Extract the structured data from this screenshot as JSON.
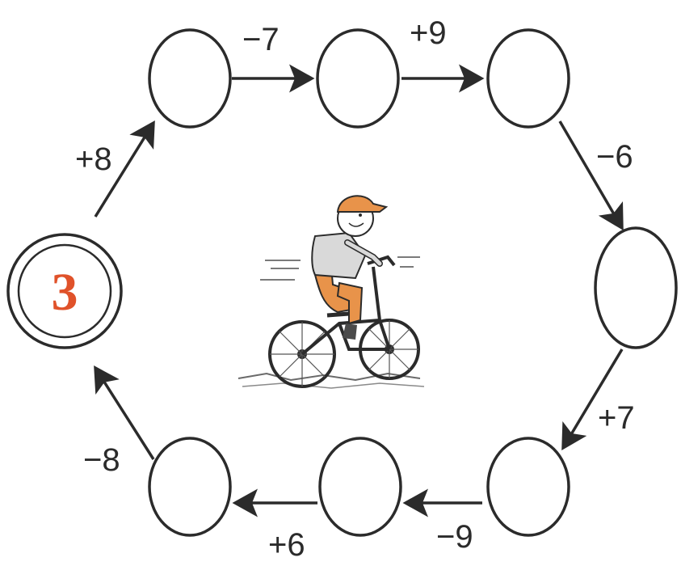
{
  "start": {
    "value": "3",
    "color": "#e0522a"
  },
  "nodes": [
    {
      "id": "start",
      "value": "3"
    },
    {
      "id": "top-1",
      "value": ""
    },
    {
      "id": "top-2",
      "value": ""
    },
    {
      "id": "top-3",
      "value": ""
    },
    {
      "id": "right",
      "value": ""
    },
    {
      "id": "bottom-3",
      "value": ""
    },
    {
      "id": "bottom-2",
      "value": ""
    },
    {
      "id": "bottom-1",
      "value": ""
    }
  ],
  "operations": {
    "start_to_top1": "+8",
    "top1_to_top2": "−7",
    "top2_to_top3": "+9",
    "top3_to_right": "−6",
    "right_to_bottom3": "+7",
    "bottom3_to_bottom2": "−9",
    "bottom2_to_bottom1": "+6",
    "bottom1_to_start": "−8"
  },
  "illustration": {
    "name": "boy-on-bicycle",
    "shirt_color": "#d9d9d9",
    "pants_color": "#e8934a",
    "cap_color": "#e8934a"
  }
}
